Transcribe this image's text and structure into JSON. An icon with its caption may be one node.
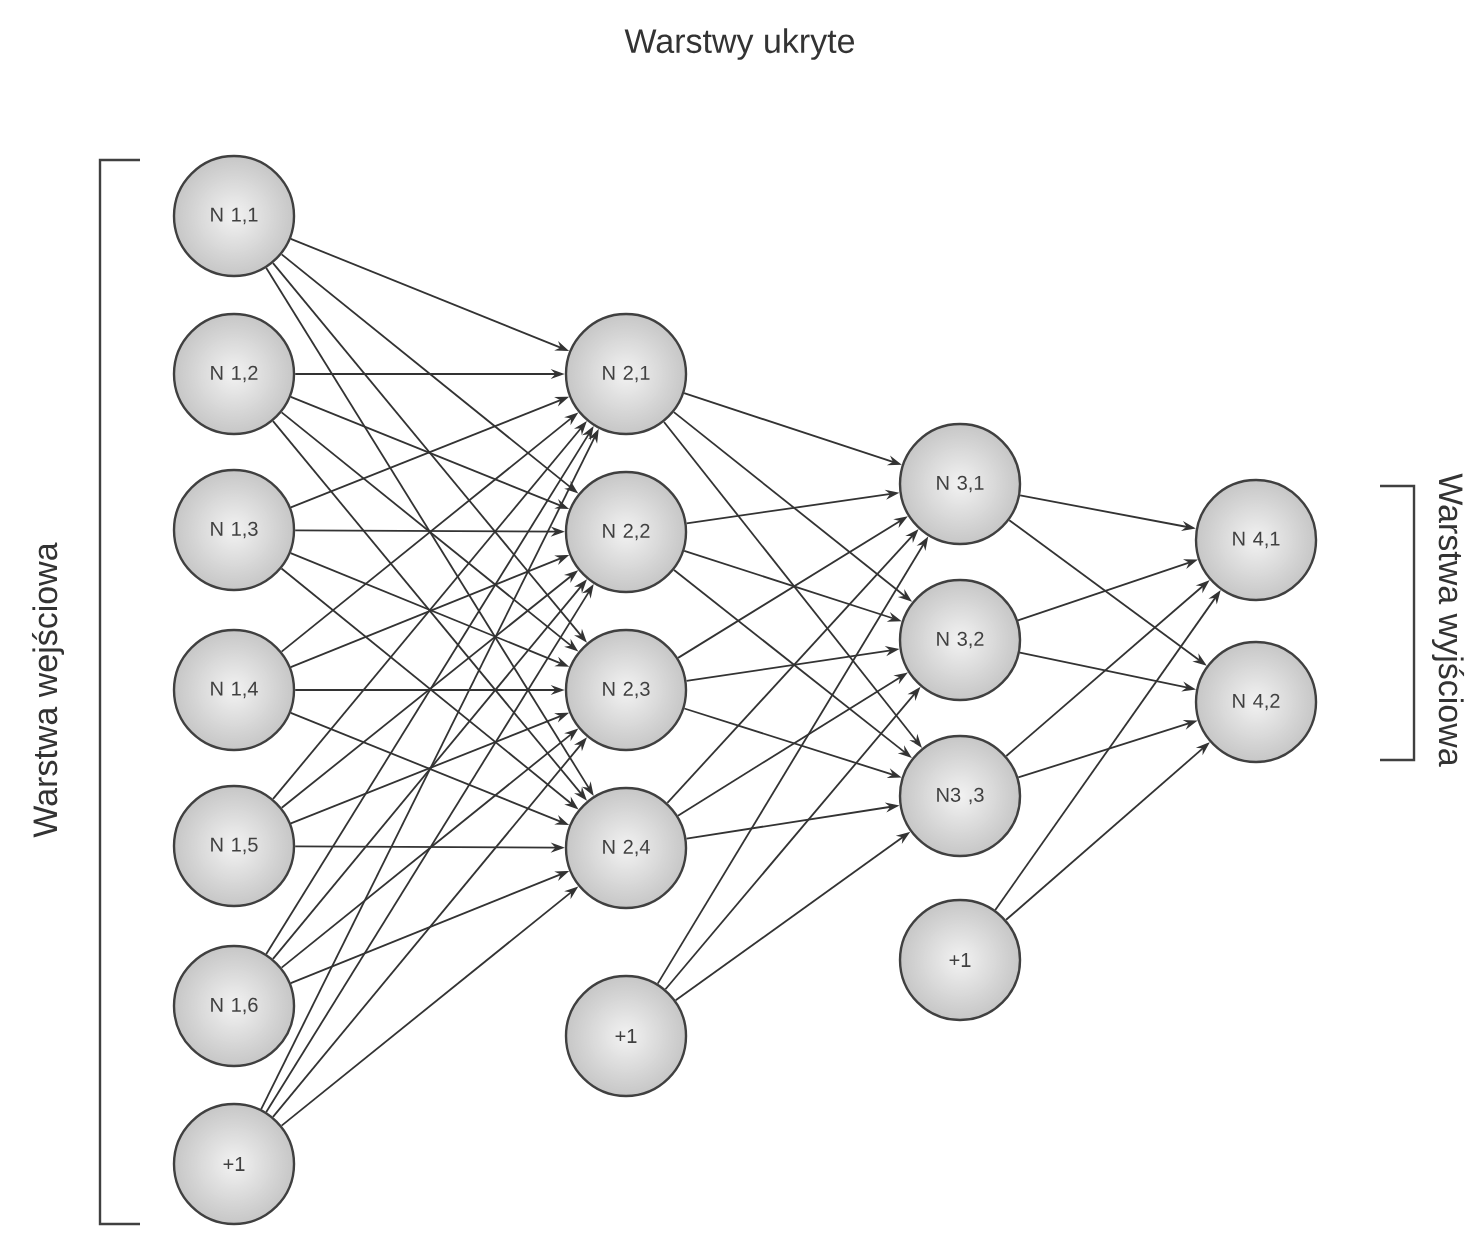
{
  "diagram": {
    "nodes": [
      {
        "text": [
          "N 1,1"
        ]
      },
      {
        "text": [
          "N 1,2"
        ]
      },
      {
        "text": [
          "N 1,3"
        ]
      },
      {
        "text": [
          "N 1,4"
        ]
      },
      {
        "text": [
          "N 1,5"
        ]
      },
      {
        "text": [
          "N 1,6"
        ]
      },
      {
        "text": [
          "+1"
        ]
      },
      {
        "text": [
          "N 2,1"
        ]
      },
      {
        "text": [
          "N 2,2"
        ]
      },
      {
        "text": [
          "N 2,3"
        ]
      },
      {
        "text": [
          "N 2,4"
        ]
      },
      {
        "text": [
          "+1"
        ]
      },
      {
        "text": [
          "N 3,1"
        ]
      },
      {
        "text": [
          "N 3,2"
        ]
      },
      {
        "text": [
          "N3 ,3"
        ]
      },
      {
        "text": [
          "+1"
        ]
      },
      {
        "text": [
          "N 4,1"
        ]
      },
      {
        "text": [
          "N 4,2"
        ]
      }
    ],
    "edges": [
      {
        "from": 0,
        "to": 7,
        "arrow": "to"
      },
      {
        "from": 0,
        "to": 8,
        "arrow": "to"
      },
      {
        "from": 0,
        "to": 9,
        "arrow": "to"
      },
      {
        "from": 0,
        "to": 10,
        "arrow": "to"
      },
      {
        "from": 1,
        "to": 7,
        "arrow": "to"
      },
      {
        "from": 1,
        "to": 8,
        "arrow": "to"
      },
      {
        "from": 1,
        "to": 9,
        "arrow": "to"
      },
      {
        "from": 1,
        "to": 10,
        "arrow": "to"
      },
      {
        "from": 2,
        "to": 7,
        "arrow": "to"
      },
      {
        "from": 2,
        "to": 8,
        "arrow": "to"
      },
      {
        "from": 2,
        "to": 9,
        "arrow": "to"
      },
      {
        "from": 2,
        "to": 10,
        "arrow": "to"
      },
      {
        "from": 3,
        "to": 7,
        "arrow": "to"
      },
      {
        "from": 3,
        "to": 8,
        "arrow": "to"
      },
      {
        "from": 3,
        "to": 9,
        "arrow": "to"
      },
      {
        "from": 3,
        "to": 10,
        "arrow": "to"
      },
      {
        "from": 4,
        "to": 7,
        "arrow": "to"
      },
      {
        "from": 4,
        "to": 8,
        "arrow": "to"
      },
      {
        "from": 4,
        "to": 9,
        "arrow": "to"
      },
      {
        "from": 4,
        "to": 10,
        "arrow": "to"
      },
      {
        "from": 5,
        "to": 7,
        "arrow": "to"
      },
      {
        "from": 5,
        "to": 8,
        "arrow": "to"
      },
      {
        "from": 5,
        "to": 9,
        "arrow": "to"
      },
      {
        "from": 5,
        "to": 10,
        "arrow": "to"
      },
      {
        "from": 6,
        "to": 7,
        "arrow": "to"
      },
      {
        "from": 6,
        "to": 8,
        "arrow": "to"
      },
      {
        "from": 6,
        "to": 9,
        "arrow": "to"
      },
      {
        "from": 6,
        "to": 10,
        "arrow": "to"
      },
      {
        "from": 7,
        "to": 12,
        "arrow": "to"
      },
      {
        "from": 7,
        "to": 13,
        "arrow": "to"
      },
      {
        "from": 7,
        "to": 14,
        "arrow": "to"
      },
      {
        "from": 8,
        "to": 12,
        "arrow": "to"
      },
      {
        "from": 8,
        "to": 13,
        "arrow": "to"
      },
      {
        "from": 8,
        "to": 14,
        "arrow": "to"
      },
      {
        "from": 9,
        "to": 12,
        "arrow": "to"
      },
      {
        "from": 9,
        "to": 13,
        "arrow": "to"
      },
      {
        "from": 9,
        "to": 14,
        "arrow": "to"
      },
      {
        "from": 10,
        "to": 12,
        "arrow": "to"
      },
      {
        "from": 10,
        "to": 13,
        "arrow": "to"
      },
      {
        "from": 10,
        "to": 14,
        "arrow": "to"
      },
      {
        "from": 11,
        "to": 12,
        "arrow": "to"
      },
      {
        "from": 11,
        "to": 13,
        "arrow": "to"
      },
      {
        "from": 11,
        "to": 14,
        "arrow": "to"
      },
      {
        "from": 12,
        "to": 16,
        "arrow": "to"
      },
      {
        "from": 12,
        "to": 17,
        "arrow": "to"
      },
      {
        "from": 13,
        "to": 16,
        "arrow": "to"
      },
      {
        "from": 13,
        "to": 17,
        "arrow": "to"
      },
      {
        "from": 14,
        "to": 16,
        "arrow": "to"
      },
      {
        "from": 14,
        "to": 17,
        "arrow": "to"
      },
      {
        "from": 15,
        "to": 16,
        "arrow": "to"
      },
      {
        "from": 15,
        "to": 17,
        "arrow": "to"
      }
    ],
    "labels": [
      "Warstwy ukryte",
      "Warstwa wejściowa",
      "Warstwa wyjściowa"
    ]
  }
}
